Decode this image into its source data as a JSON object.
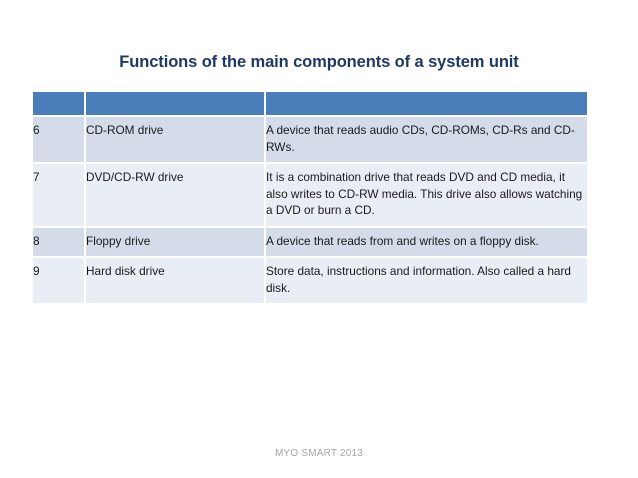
{
  "slide": {
    "title": "Functions of the main components of a system unit",
    "footer": "MYO SMART 2013",
    "colors": {
      "title_text": "#1F3864",
      "header_row": "#4A7EBB",
      "row_odd": "#D4DCE9",
      "row_even": "#E9EDF5",
      "body_text": "#1A1A1A",
      "footer_text": "#A6A6A6",
      "background": "#FFFFFF",
      "gridline": "#FFFFFF"
    }
  },
  "table": {
    "headers": [
      "",
      "",
      ""
    ],
    "rows": [
      {
        "num": "6",
        "name": "CD-ROM drive",
        "desc": "A device that reads audio CDs, CD-ROMs, CD-Rs and CD-RWs."
      },
      {
        "num": "7",
        "name": "DVD/CD-RW drive",
        "desc": "It is a combination drive that reads DVD and CD media, it also writes to CD-RW media. This drive also allows watching a DVD or burn a CD."
      },
      {
        "num": "8",
        "name": "Floppy drive",
        "desc": "A device that reads from and writes on a floppy disk."
      },
      {
        "num": "9",
        "name": "Hard disk drive",
        "desc": "Store data, instructions and information. Also called a hard disk."
      }
    ]
  }
}
